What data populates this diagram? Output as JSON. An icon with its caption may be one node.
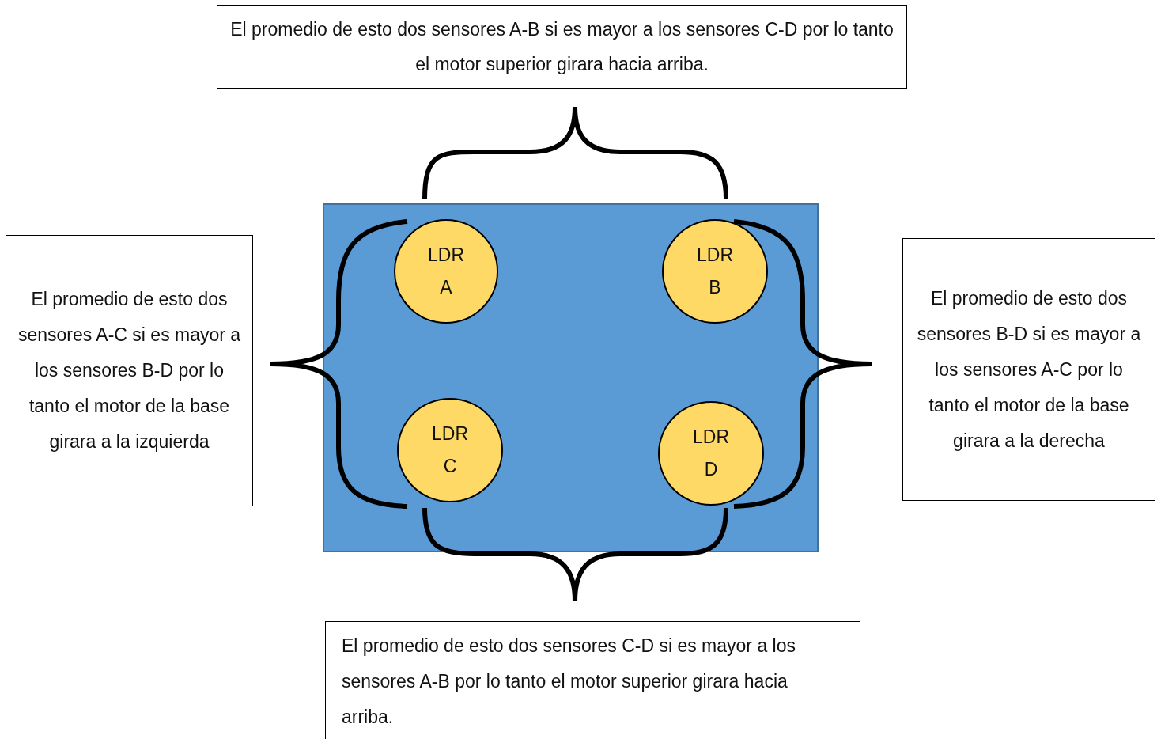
{
  "diagram": {
    "nodes": [
      {
        "text": [
          "El promedio de esto dos sensores A-B si es mayor a los sensores C-D por lo tanto el motor superior girara hacia arriba."
        ]
      },
      {
        "text": [
          "El promedio de esto dos sensores A-C si es mayor a los sensores B-D por lo tanto el motor de la base girara a la izquierda"
        ]
      },
      {
        "text": [],
        "shape": "box"
      },
      {
        "text": [
          "LDR A"
        ],
        "in": 2
      },
      {
        "text": [
          "LDR B"
        ],
        "in": 2
      },
      {
        "text": [
          "LDR C"
        ],
        "in": 2
      },
      {
        "text": [
          "LDR D"
        ],
        "in": 2
      },
      {
        "text": [
          "El promedio de esto dos sensores B-D si es mayor a los sensores A-C por lo tanto el motor de la base girara a la derecha"
        ]
      },
      {
        "text": [
          "El promedio de esto dos sensores C-D si es mayor a los sensores A-B por lo tanto el motor superior girara hacia arriba."
        ]
      }
    ],
    "edges": []
  }
}
